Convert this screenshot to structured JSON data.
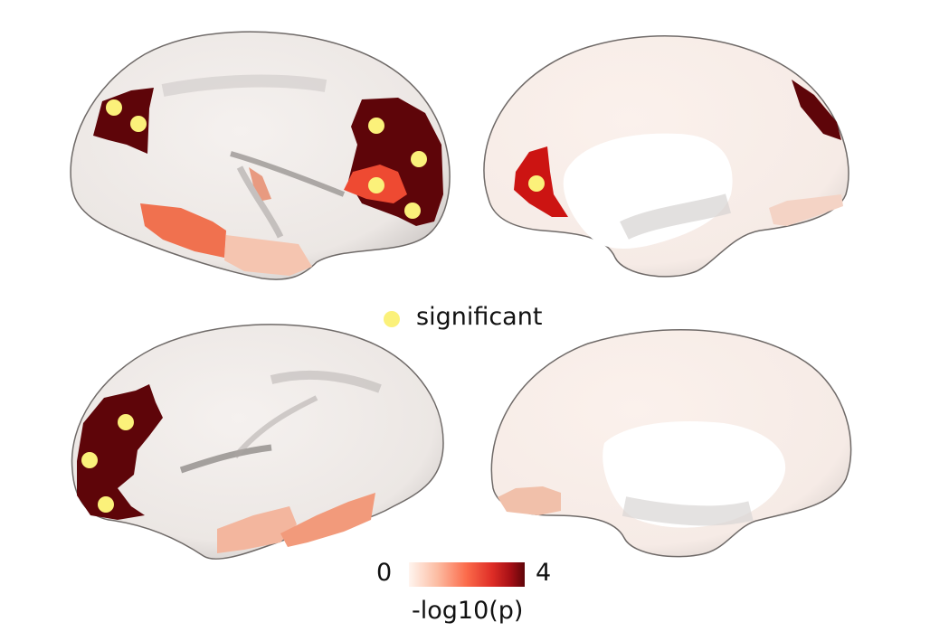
{
  "legend": {
    "marker_label": "significant",
    "marker_color": "#fbf17a"
  },
  "colorbar": {
    "min_label": "0",
    "max_label": "4",
    "title": "-log10(p)",
    "min_value": 0,
    "max_value": 4,
    "colors": [
      "#fff5ef",
      "#fcae91",
      "#fb6a4a",
      "#de2d26",
      "#a50f15",
      "#5e0509"
    ]
  },
  "surface_base_color": "#f3efed",
  "medial_wall_color": "#ffffff",
  "panels": [
    {
      "view": "lateral",
      "significant_regions": 4
    },
    {
      "view": "medial",
      "significant_regions": 1
    },
    {
      "view": "lateral",
      "significant_regions": 1
    },
    {
      "view": "medial",
      "significant_regions": 0
    }
  ]
}
